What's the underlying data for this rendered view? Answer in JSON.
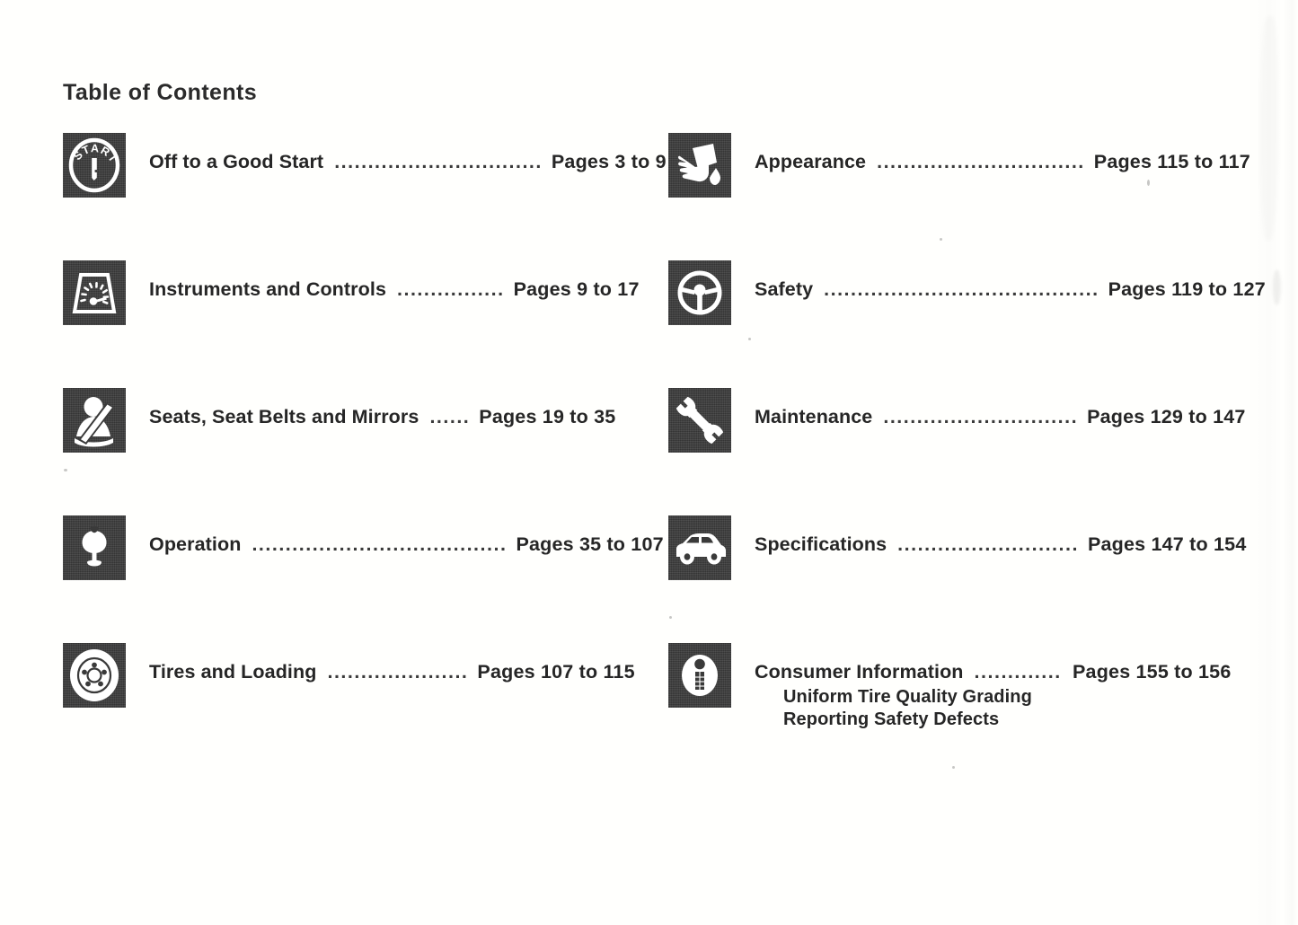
{
  "document": {
    "title": "Table of Contents",
    "page_background": "#fffffd",
    "ink_color": "#262626",
    "icon_tile_color": "#3a3a3a"
  },
  "toc": {
    "left_column": [
      {
        "icon": "ignition-start-switch-icon",
        "label": "Off to a Good Start",
        "leader": "...............................",
        "pages": "Pages 3 to 9"
      },
      {
        "icon": "instrument-gauge-cluster-icon",
        "label": "Instruments and Controls",
        "leader": "................",
        "pages": "Pages 9 to 17"
      },
      {
        "icon": "seat-belt-occupant-icon",
        "label": "Seats, Seat Belts and Mirrors",
        "leader": "......",
        "pages": "Pages  19  to  35"
      },
      {
        "icon": "gear-shift-lever-icon",
        "label": "Operation",
        "leader": "......................................",
        "pages": "Pages 35 to 107"
      },
      {
        "icon": "wheel-tire-icon",
        "label": "Tires and Loading",
        "leader": ".....................",
        "pages": "Pages 107 to 115"
      }
    ],
    "right_column": [
      {
        "icon": "hand-with-cloth-and-water-drop-icon",
        "label": "Appearance",
        "leader": "...............................",
        "pages": "Pages 115 to 117"
      },
      {
        "icon": "steering-wheel-icon",
        "label": "Safety",
        "leader": ".........................................",
        "pages": "Pages 119 to 127"
      },
      {
        "icon": "wrench-icon",
        "label": "Maintenance",
        "leader": ".............................",
        "pages": "Pages 129 to 147"
      },
      {
        "icon": "car-side-view-icon",
        "label": "Specifications",
        "leader": "...........................",
        "pages": "Pages 147 to 154"
      },
      {
        "icon": "information-i-icon",
        "label": "Consumer Information",
        "leader": ".............",
        "pages": "Pages 155 to 156",
        "sublines": [
          "Uniform Tire Quality Grading",
          "Reporting Safety Defects"
        ]
      }
    ]
  }
}
